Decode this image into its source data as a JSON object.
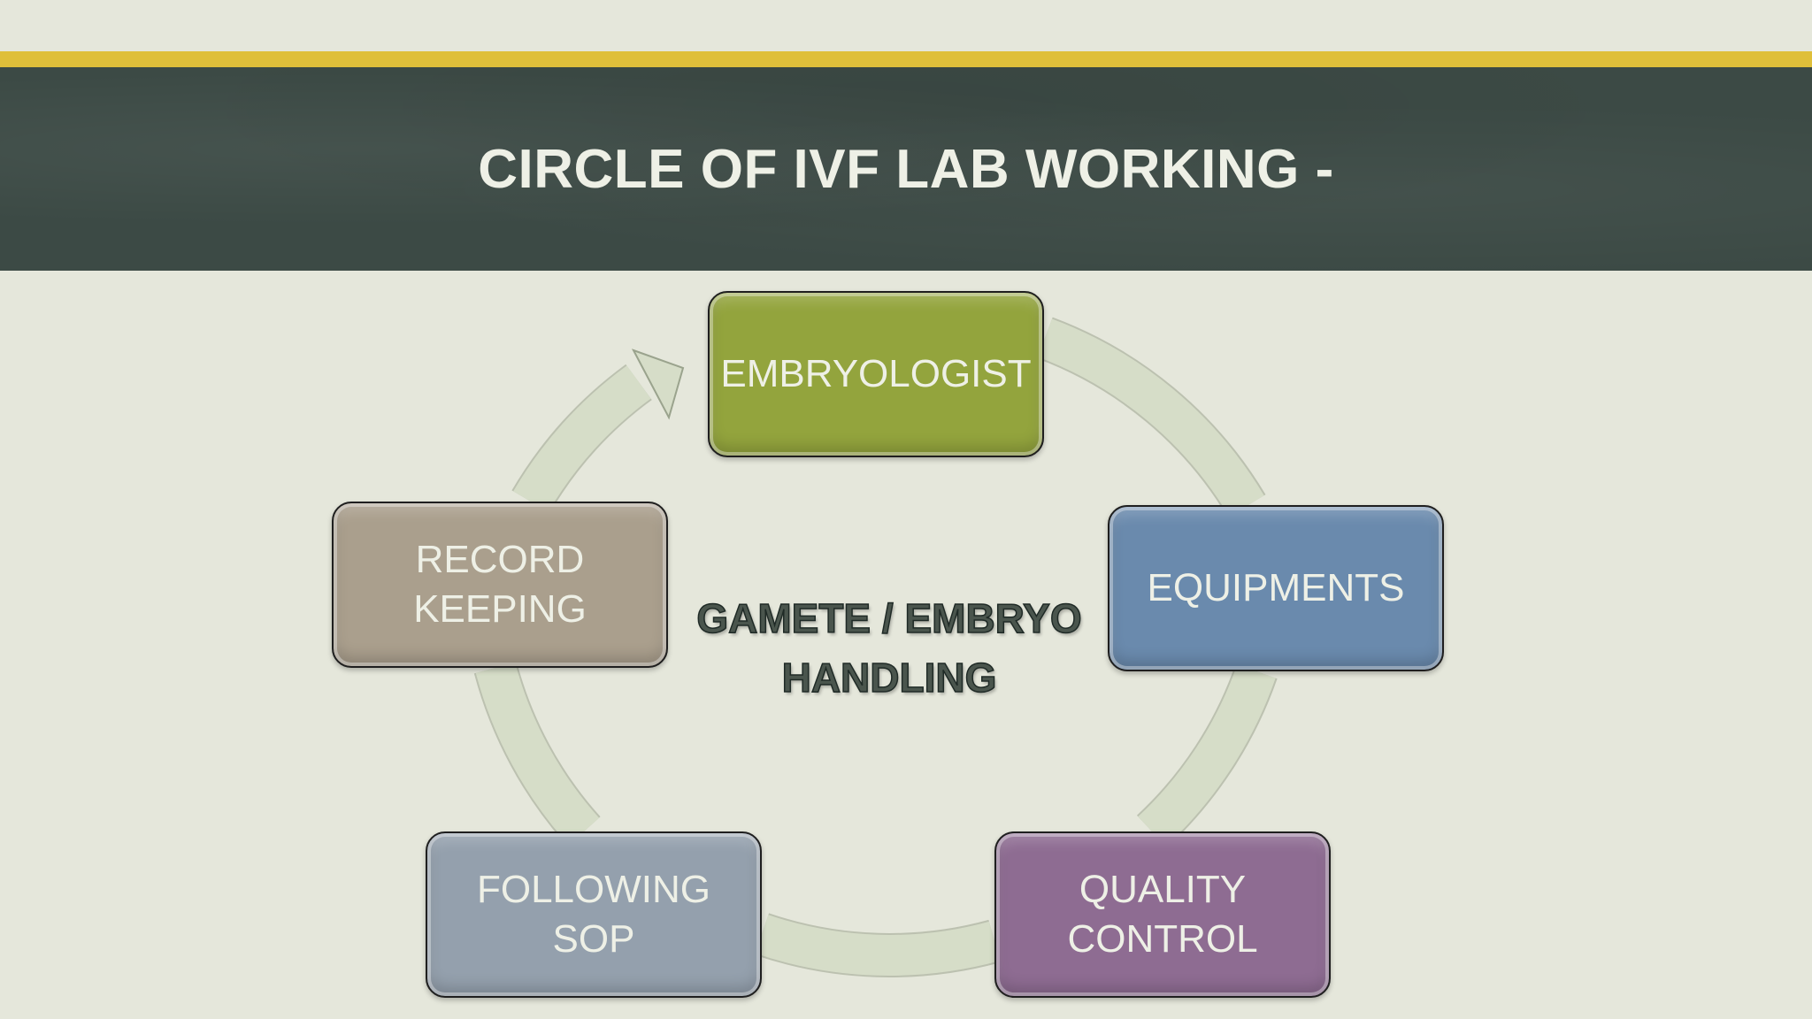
{
  "slide": {
    "title": "CIRCLE OF IVF LAB WORKING -"
  },
  "diagram": {
    "type": "cycle",
    "center_label": "GAMETE / EMBRYO\nHANDLING",
    "nodes": [
      {
        "id": "embryologist",
        "label": "EMBRYOLOGIST",
        "color": "#93a43d"
      },
      {
        "id": "equipments",
        "label": "EQUIPMENTS",
        "color": "#6a8aad"
      },
      {
        "id": "quality",
        "label": "QUALITY\nCONTROL",
        "color": "#8e6c92"
      },
      {
        "id": "sop",
        "label": "FOLLOWING\nSOP",
        "color": "#94a0ad"
      },
      {
        "id": "record",
        "label": "RECORD\nKEEPING",
        "color": "#aa9f8d"
      }
    ]
  },
  "colors": {
    "background": "#e5e7db",
    "accent_bar": "#dfbf3a",
    "header_band": "#3c4a45",
    "title_text": "#eef0e6",
    "cycle_arrow": "#d6ddc8"
  }
}
